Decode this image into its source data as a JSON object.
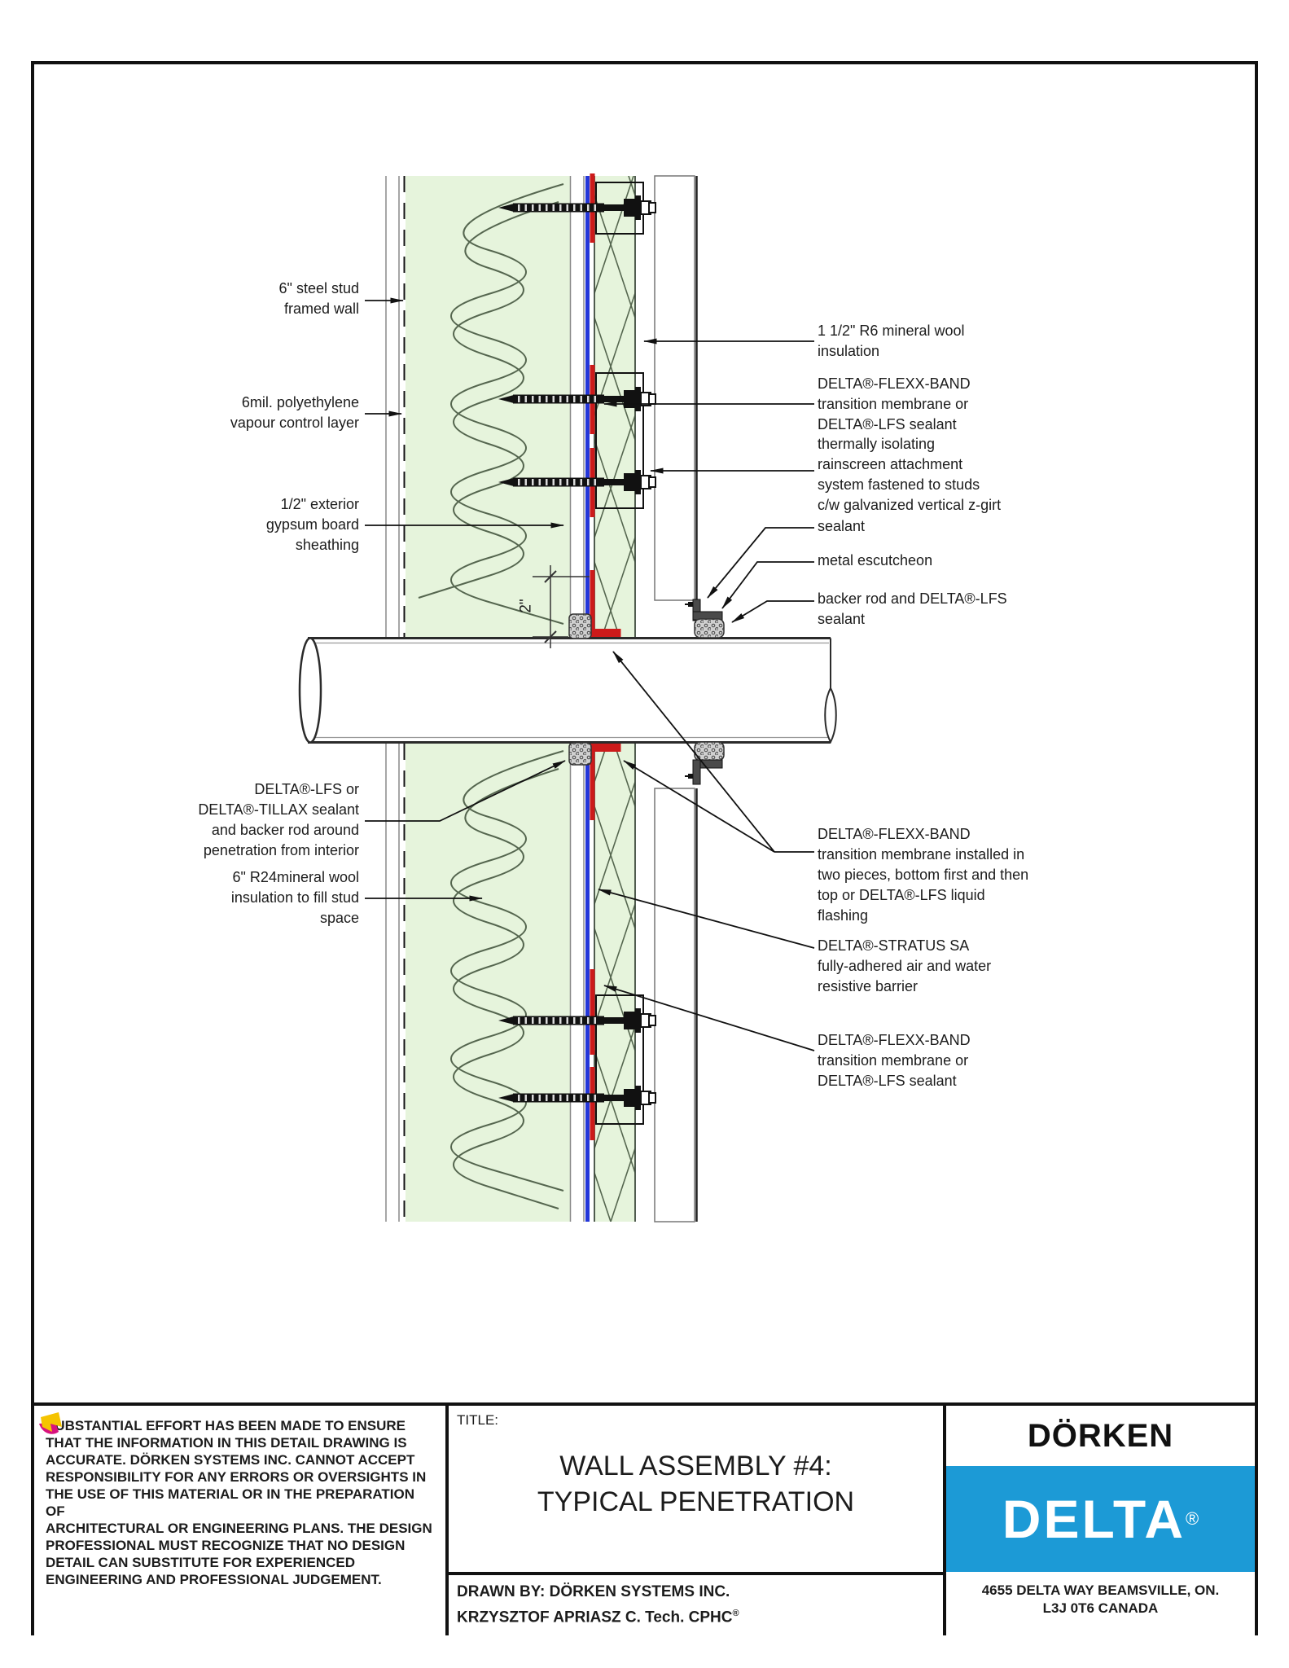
{
  "drawing": {
    "dimension_label": "2\"",
    "labels_left": [
      {
        "id": "steel-stud",
        "text": "6\" steel stud\nframed wall"
      },
      {
        "id": "poly-vapour",
        "text": "6mil. polyethylene\nvapour control layer"
      },
      {
        "id": "gypsum-sheathing",
        "text": "1/2\" exterior\ngypsum board\nsheathing"
      },
      {
        "id": "lfs-tillax",
        "text": "DELTA®-LFS or\nDELTA®-TILLAX sealant\nand backer rod around\npenetration from interior"
      },
      {
        "id": "r24-wool",
        "text": "6\" R24mineral wool\ninsulation to fill stud\nspace"
      }
    ],
    "labels_right": [
      {
        "id": "r6-wool",
        "text": "1 1/2\" R6 mineral wool\ninsulation"
      },
      {
        "id": "flexx-band-top",
        "text": "DELTA®-FLEXX-BAND\ntransition membrane or\nDELTA®-LFS sealant"
      },
      {
        "id": "rainscreen",
        "text": "thermally isolating\nrainscreen attachment\nsystem fastened to studs\nc/w galvanized vertical z-girt"
      },
      {
        "id": "sealant",
        "text": "sealant"
      },
      {
        "id": "escutcheon",
        "text": "metal escutcheon"
      },
      {
        "id": "backer-rod",
        "text": "backer rod and DELTA®-LFS\nsealant"
      },
      {
        "id": "flexx-band-two-pieces",
        "text": "DELTA®-FLEXX-BAND\ntransition membrane installed in\ntwo pieces, bottom first and then\ntop or DELTA®-LFS liquid\nflashing"
      },
      {
        "id": "stratus-sa",
        "text": "DELTA®-STRATUS SA\nfully-adhered air and water\nresistive barrier"
      },
      {
        "id": "flexx-band-bottom",
        "text": "DELTA®-FLEXX-BAND\ntransition membrane or\nDELTA®-LFS sealant"
      }
    ]
  },
  "title_block": {
    "disclaimer": "SUBSTANTIAL EFFORT HAS BEEN MADE TO ENSURE\nTHAT THE INFORMATION IN THIS DETAIL DRAWING IS\nACCURATE. DÖRKEN SYSTEMS INC. CANNOT ACCEPT\nRESPONSIBILITY FOR ANY ERRORS OR OVERSIGHTS IN\nTHE USE OF THIS MATERIAL OR IN THE PREPARATION OF\nARCHITECTURAL OR ENGINEERING PLANS. THE DESIGN\nPROFESSIONAL MUST RECOGNIZE THAT NO DESIGN\nDETAIL CAN SUBSTITUTE FOR EXPERIENCED\nENGINEERING AND PROFESSIONAL JUDGEMENT.",
    "title_label": "TITLE:",
    "title": "WALL ASSEMBLY #4:\nTYPICAL PENETRATION",
    "drawn_by_line1": "DRAWN BY: DÖRKEN SYSTEMS INC.",
    "drawn_by_line2": "KRZYSZTOF APRIASZ C. Tech. CPHC",
    "drawn_by_reg": "®",
    "brand": {
      "dorken": "DÖRKEN",
      "delta": "DELTA",
      "delta_reg": "®",
      "address": "4655 DELTA WAY BEAMSVILLE, ON.\nL3J 0T6 CANADA"
    }
  },
  "colors": {
    "membrane_blue": "#2336d9",
    "flashing_red": "#cc1a1a",
    "insulation_green": "#e6f4dc",
    "line_green": "#55664f",
    "delta_blue": "#1c9ad6",
    "brand_yellow": "#f5c400",
    "brand_magenta": "#d8127d"
  }
}
